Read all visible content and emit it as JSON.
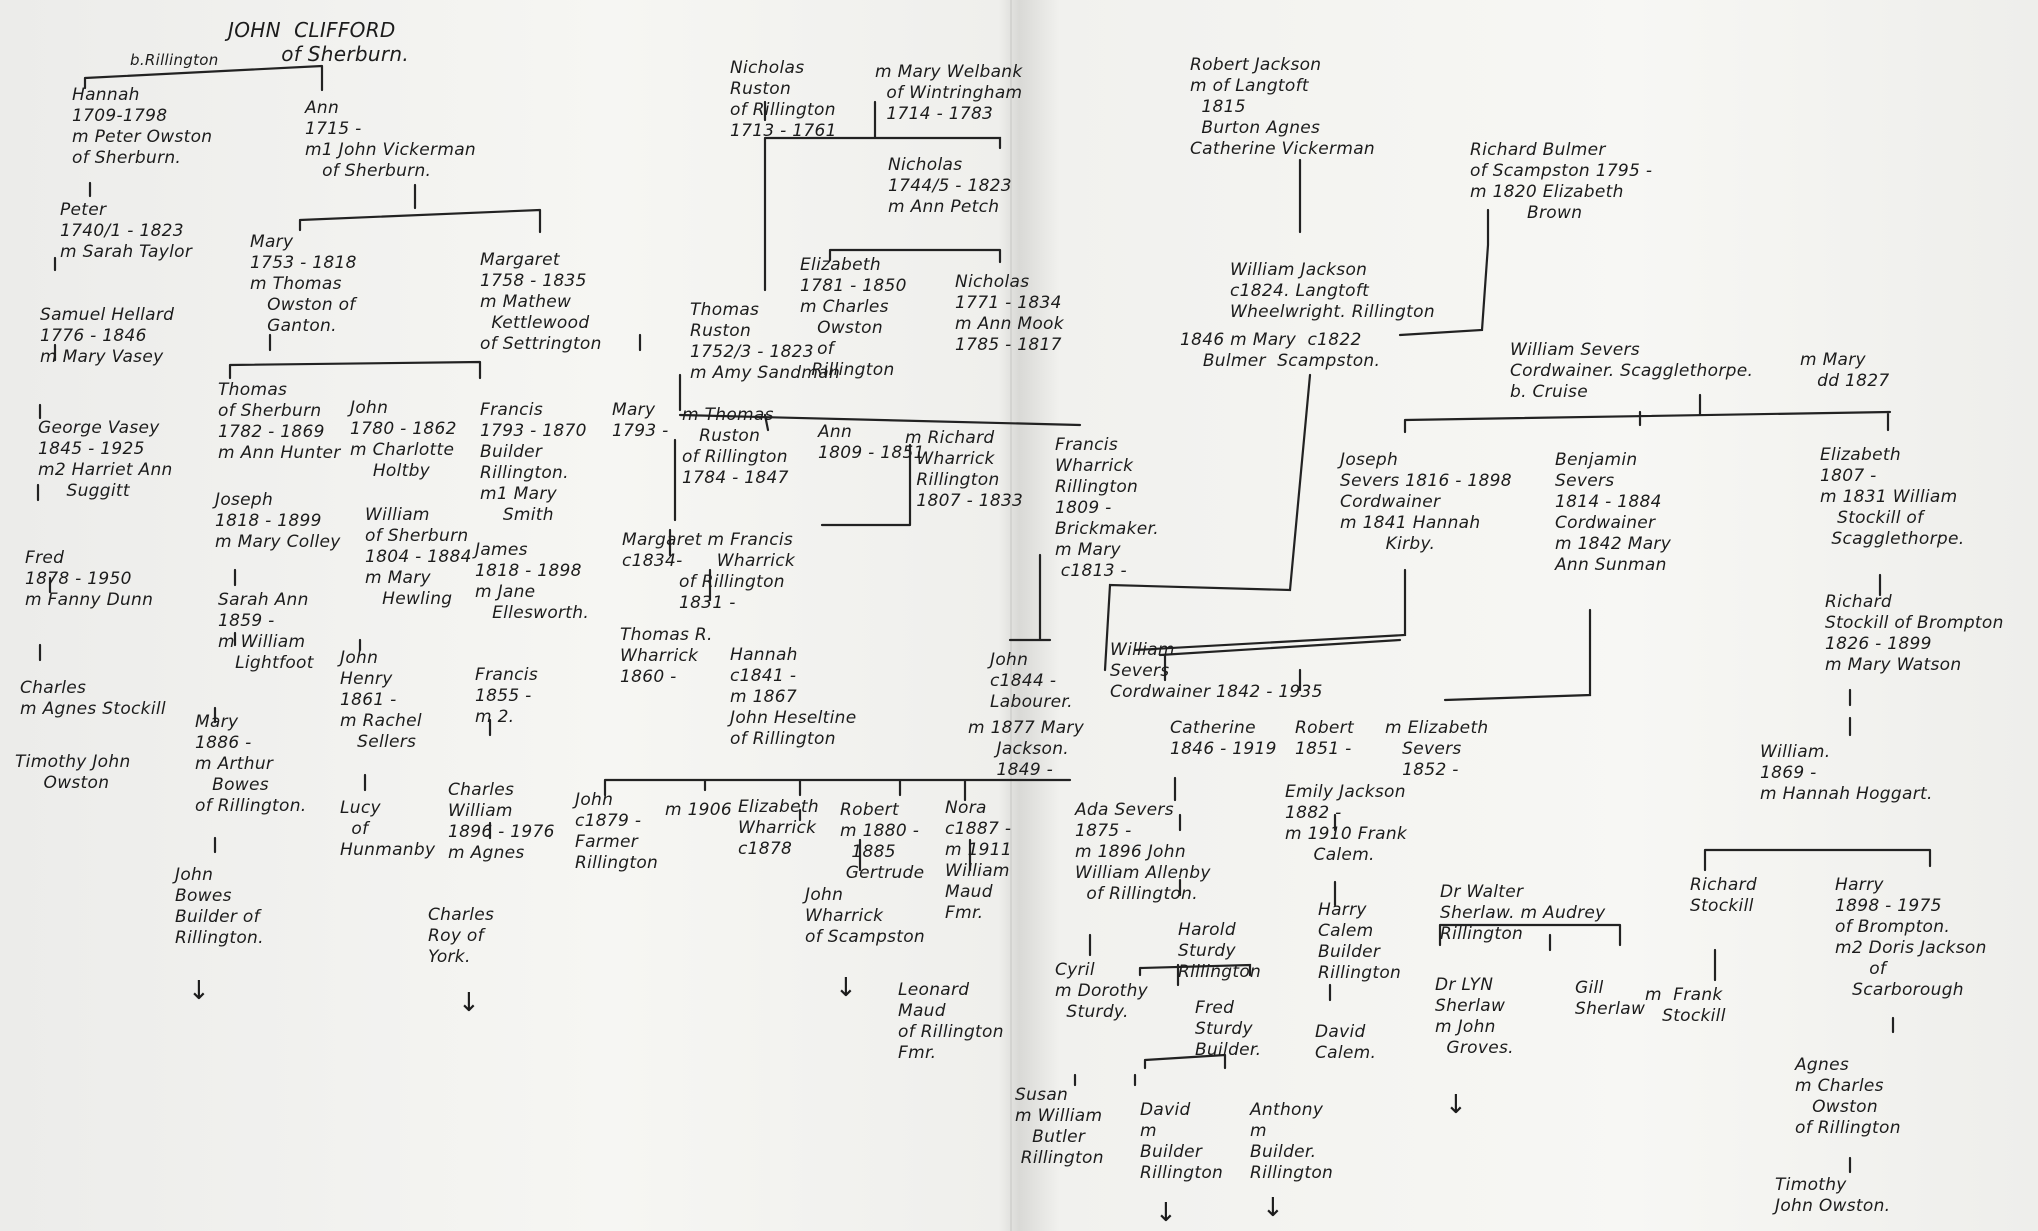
{
  "persons": [
    {
      "id": "john-clifford",
      "text": "JOHN  CLIFFORD\n        of Sherburn."
    },
    {
      "id": "hannah-owston",
      "text": "Hannah\n1709-1798\nm Peter Owston\nof Sherburn."
    },
    {
      "id": "ann-vickerman",
      "text": "Ann\n1715 -\nm1 John Vickerman\n   of Sherburn."
    },
    {
      "id": "peter",
      "text": "Peter\n1740/1 - 1823\nm Sarah Taylor"
    },
    {
      "id": "samuel-hellard",
      "text": "Samuel Hellard\n1776 - 1846\nm Mary Vasey"
    },
    {
      "id": "george-vasey",
      "text": "George Vasey\n1845 - 1925\nm2 Harriet Ann\n     Suggitt"
    },
    {
      "id": "fred",
      "text": "Fred\n1878 - 1950\nm Fanny Dunn"
    },
    {
      "id": "charles",
      "text": "Charles\nm Agnes Stockill"
    },
    {
      "id": "timothy-owston-left",
      "text": "Timothy John\n     Owston"
    },
    {
      "id": "mary-1753",
      "text": "Mary\n1753 - 1818\nm Thomas\n   Owston of\n   Ganton."
    },
    {
      "id": "margaret-1758",
      "text": "Margaret\n1758 - 1835\nm Mathew\n  Kettlewood\nof Settrington"
    },
    {
      "id": "thomas-sherburn",
      "text": "Thomas\nof Sherburn\n1782 - 1869\nm Ann Hunter"
    },
    {
      "id": "john-1780",
      "text": "John\n1780 - 1862\nm Charlotte\n    Holtby"
    },
    {
      "id": "francis-1793",
      "text": "Francis\n1793 - 1870\nBuilder\nRillington.\nm1 Mary\n    Smith"
    },
    {
      "id": "mary-1793",
      "text": "Mary\n1793 -"
    },
    {
      "id": "joseph-1818",
      "text": "Joseph\n1818 - 1899\nm Mary Colley"
    },
    {
      "id": "william-1804",
      "text": "William\nof Sherburn\n1804 - 1884\nm Mary\n   Hewling"
    },
    {
      "id": "james-1818",
      "text": "James\n1818 - 1898\nm Jane\n   Ellesworth."
    },
    {
      "id": "sarah-ann",
      "text": "Sarah Ann\n1859 -\nm William\n   Lightfoot"
    },
    {
      "id": "john-henry",
      "text": "John\nHenry\n1861 -\nm Rachel\n   Sellers"
    },
    {
      "id": "francis-1855",
      "text": "Francis\n1855 -\nm 2."
    },
    {
      "id": "mary-1886",
      "text": "Mary\n1886 -\nm Arthur\n   Bowes\nof Rillington."
    },
    {
      "id": "lucy",
      "text": "Lucy\n  of\nHunmanby"
    },
    {
      "id": "charles-william",
      "text": "Charles\nWilliam\n1896 - 1976\nm Agnes"
    },
    {
      "id": "john-bowes",
      "text": "John\nBowes\nBuilder of\nRillington."
    },
    {
      "id": "charles-roy",
      "text": "Charles\nRoy of\nYork."
    },
    {
      "id": "nicholas-ruston",
      "text": "Nicholas\nRuston\nof Rillington\n1713 - 1761"
    },
    {
      "id": "mary-welbank",
      "text": "m Mary Welbank\n  of Wintringham\n  1714 - 1783"
    },
    {
      "id": "nicholas-1744",
      "text": "Nicholas\n1744/5 - 1823\nm Ann Petch"
    },
    {
      "id": "elizabeth-1781",
      "text": "Elizabeth\n1781 - 1850\nm Charles\n   Owston\n   of\n  Rillington"
    },
    {
      "id": "nicholas-1771",
      "text": "Nicholas\n1771 - 1834\nm Ann Mook\n1785 - 1817"
    },
    {
      "id": "thomas-ruston-1752",
      "text": "Thomas\nRuston\n1752/3 - 1823\nm Amy Sandman"
    },
    {
      "id": "thomas-ruston-1784",
      "text": "m Thomas\n   Ruston\nof Rillington\n1784 - 1847"
    },
    {
      "id": "ann-1809",
      "text": "Ann\n1809 - 1851"
    },
    {
      "id": "richard-wharrick",
      "text": "m Richard\n  Wharrick\n  Rillington\n  1807 - 1833"
    },
    {
      "id": "francis-wharrick-1809",
      "text": "Francis\nWharrick\nRillington\n1809 -\nBrickmaker.\nm Mary\n c1813 -"
    },
    {
      "id": "margaret-1834",
      "text": "Margaret m Francis\nc1834-      Wharrick\n          of Rillington\n          1831 -"
    },
    {
      "id": "thomas-r-wharrick",
      "text": "Thomas R.\nWharrick\n1860 -"
    },
    {
      "id": "hannah-1841",
      "text": "Hannah\nc1841 -\nm 1867\nJohn Heseltine\nof Rillington"
    },
    {
      "id": "john-1844",
      "text": "John\nc1844 -\nLabourer."
    },
    {
      "id": "john-1879",
      "text": "John\nc1879 -\nFarmer\nRillington"
    },
    {
      "id": "m-1906",
      "text": "m 1906"
    },
    {
      "id": "elizabeth-wharrick",
      "text": "Elizabeth\nWharrick\nc1878"
    },
    {
      "id": "robert-1880",
      "text": "Robert\nm 1880 -\n  1885\n Gertrude"
    },
    {
      "id": "nora",
      "text": "Nora\nc1887 -\nm 1911\nWilliam\nMaud\nFmr."
    },
    {
      "id": "john-wharrick",
      "text": "John\nWharrick\nof Scampston"
    },
    {
      "id": "leonard-maud",
      "text": "Leonard\nMaud\nof Rillington\nFmr."
    },
    {
      "id": "robert-jackson",
      "text": "Robert Jackson\nm of Langtoft\n  1815\n  Burton Agnes\nCatherine Vickerman"
    },
    {
      "id": "richard-bulmer",
      "text": "Richard Bulmer\nof Scampston 1795 -\nm 1820 Elizabeth\n          Brown"
    },
    {
      "id": "william-jackson",
      "text": "William Jackson\nc1824. Langtoft\nWheelwright. Rillington"
    },
    {
      "id": "mary-bulmer",
      "text": "1846 m Mary  c1822\n    Bulmer  Scampston."
    },
    {
      "id": "william-severs-sr",
      "text": "William Severs\nCordwainer. Scagglethorpe.\nb. Cruise"
    },
    {
      "id": "mary-d1827",
      "text": "m Mary\n   dd 1827"
    },
    {
      "id": "joseph-severs",
      "text": "Joseph\nSevers 1816 - 1898\nCordwainer\nm 1841 Hannah\n        Kirby."
    },
    {
      "id": "benjamin-severs",
      "text": "Benjamin\nSevers\n1814 - 1884\nCordwainer\nm 1842 Mary\nAnn Sunman"
    },
    {
      "id": "elizabeth-1807",
      "text": "Elizabeth\n1807 -\nm 1831 William\n   Stockill of\n  Scagglethorpe."
    },
    {
      "id": "richard-stockill",
      "text": "Richard\nStockill of Brompton\n1826 - 1899\nm Mary Watson"
    },
    {
      "id": "william-1869",
      "text": "William.\n1869 -\nm Hannah Hoggart."
    },
    {
      "id": "william-severs-jr",
      "text": "William\nSevers\nCordwainer 1842 - 1935"
    },
    {
      "id": "mary-jackson",
      "text": "m 1877 Mary\n     Jackson.\n     1849 -"
    },
    {
      "id": "catherine",
      "text": "Catherine\n1846 - 1919"
    },
    {
      "id": "robert-1851",
      "text": "Robert\n1851 -"
    },
    {
      "id": "elizabeth-severs",
      "text": "m Elizabeth\n   Severs\n   1852 -"
    },
    {
      "id": "ada-severs",
      "text": "Ada Severs\n1875 -\nm 1896 John\nWilliam Allenby\n  of Rillington."
    },
    {
      "id": "emily-jackson",
      "text": "Emily Jackson\n1882 -\nm 1910 Frank\n     Calem."
    },
    {
      "id": "cyril",
      "text": "Cyril\nm Dorothy\n  Sturdy."
    },
    {
      "id": "harold-sturdy",
      "text": "Harold\nSturdy\nRillington"
    },
    {
      "id": "harry-calem",
      "text": "Harry\nCalem\nBuilder\nRillington"
    },
    {
      "id": "fred-sturdy",
      "text": "Fred\nSturdy\nBuilder."
    },
    {
      "id": "david-calem",
      "text": "David\nCalem."
    },
    {
      "id": "susan",
      "text": "Susan\nm William\n   Butler\n Rillington"
    },
    {
      "id": "david",
      "text": "David\nm\nBuilder\nRillington"
    },
    {
      "id": "anthony",
      "text": "Anthony\nm\nBuilder.\nRillington"
    },
    {
      "id": "walter-sherlaw",
      "text": "Dr Walter\nSherlaw. m Audrey\nRillington"
    },
    {
      "id": "lyn-sherlaw",
      "text": "Dr LYN\nSherlaw\nm John\n  Groves."
    },
    {
      "id": "gill-sherlaw",
      "text": "Gill\nSherlaw"
    },
    {
      "id": "richard-stockill-2",
      "text": "Richard\nStockill"
    },
    {
      "id": "frank-stockill",
      "text": "m  Frank\n   Stockill"
    },
    {
      "id": "harry-1898",
      "text": "Harry\n1898 - 1975\nof Brompton.\nm2 Doris Jackson\n      of\n   Scarborough"
    },
    {
      "id": "agnes",
      "text": "Agnes\nm Charles\n   Owston\nof Rillington"
    },
    {
      "id": "timothy-owston-right",
      "text": "Timothy\nJohn Owston."
    }
  ],
  "annotations": {
    "born-rillington": "b.Rillington"
  }
}
